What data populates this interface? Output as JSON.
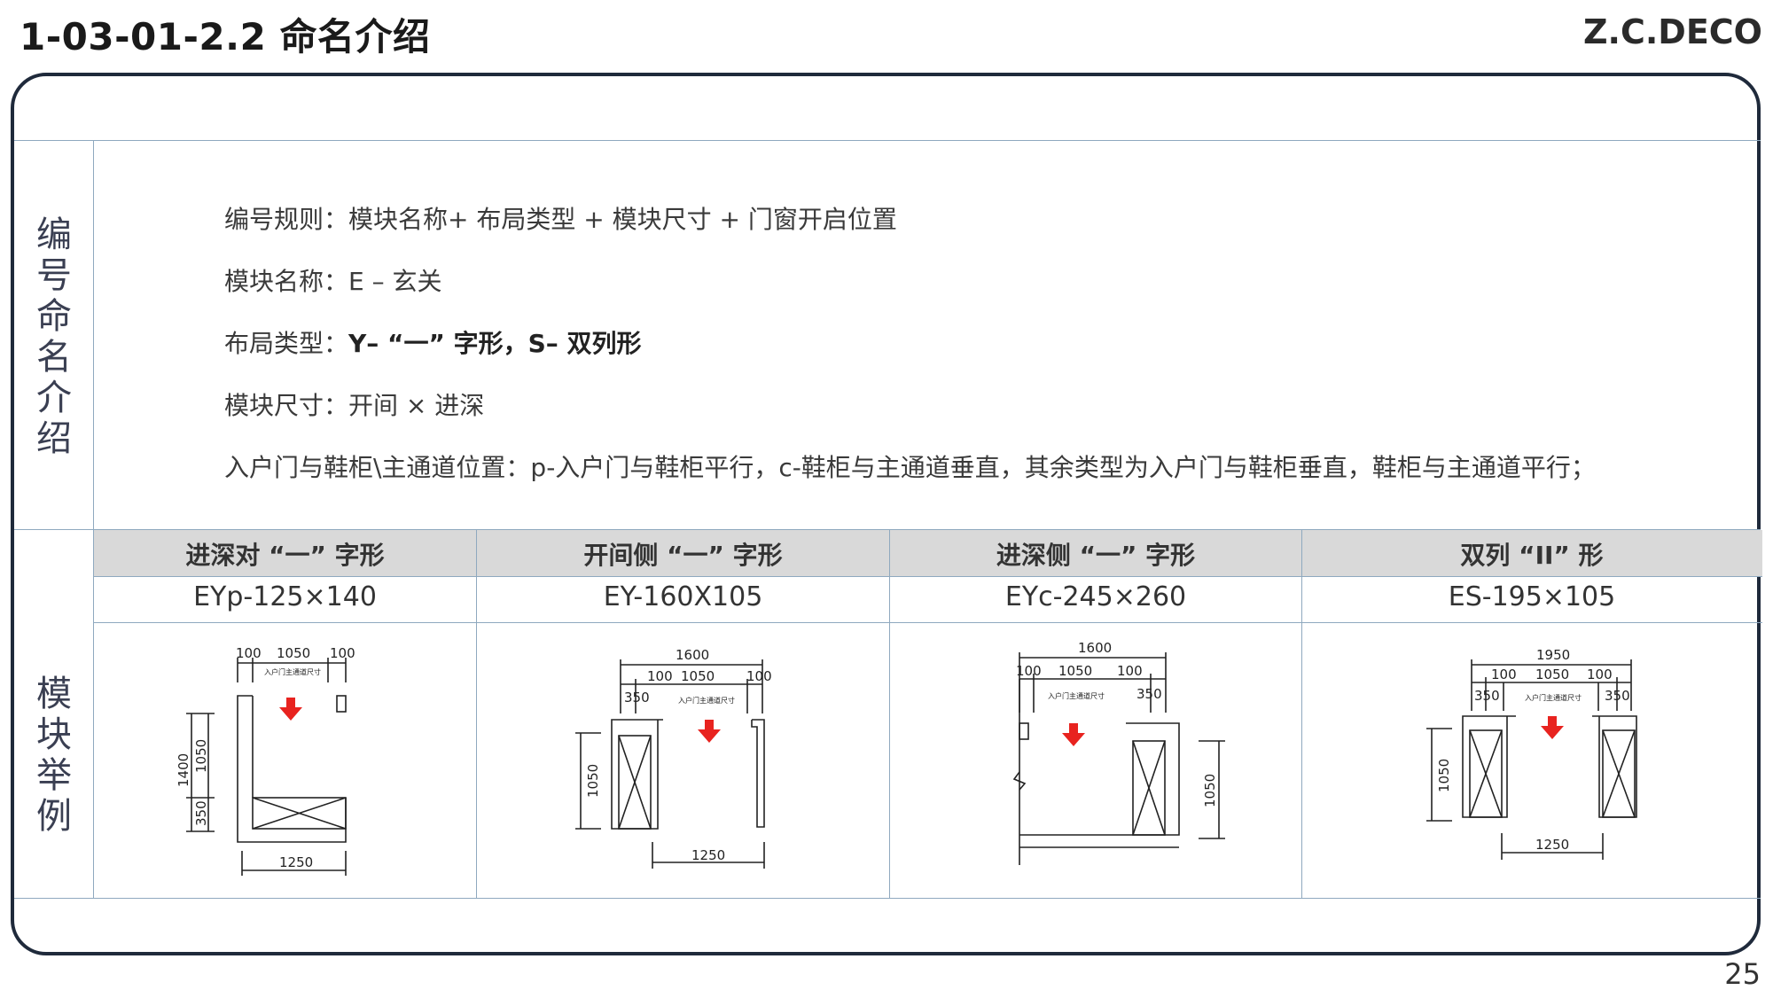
{
  "header": {
    "title": "1-03-01-2.2 命名介绍",
    "brand": "Z.C.DECO",
    "page_number": "25"
  },
  "side_labels": {
    "naming": [
      "编",
      "号",
      "命",
      "名",
      "介",
      "绍"
    ],
    "examples": [
      "模",
      "块",
      "举",
      "例"
    ]
  },
  "rules": {
    "numbering": "编号规则：模块名称+ 布局类型 + 模块尺寸 + 门窗开启位置",
    "module_name": "模块名称：E – 玄关",
    "layout_prefix": "布局类型：",
    "layout_bold": "Y– “一” 字形，S– 双列形",
    "module_size": "模块尺寸：开间 × 进深",
    "door_position": "入户门与鞋柜\\主通道位置：p-入户门与鞋柜平行，c-鞋柜与主通道垂直，其余类型为入户门与鞋柜垂直，鞋柜与主通道平行；"
  },
  "examples": [
    {
      "heading": "进深对 “一” 字形",
      "code": "EYp-125×140",
      "dims": {
        "top_left": "100",
        "top_mid": "1050",
        "top_right": "100",
        "note": "入户门主通道尺寸",
        "left_total": "1400",
        "left_upper": "1050",
        "left_lower": "350",
        "bottom": "1250"
      }
    },
    {
      "heading": "开间侧 “一” 字形",
      "code": "EY-160X105",
      "dims": {
        "top_total": "1600",
        "top_left": "100",
        "top_mid": "1050",
        "top_right": "100",
        "cabinet": "350",
        "note": "入户门主通道尺寸",
        "left": "1050",
        "bottom": "1250"
      }
    },
    {
      "heading": "进深侧 “一” 字形",
      "code": "EYc-245×260",
      "dims": {
        "top_total": "1600",
        "top_left": "100",
        "top_mid": "1050",
        "top_right": "100",
        "cabinet": "350",
        "note": "入户门主通道尺寸",
        "right": "1050"
      }
    },
    {
      "heading": "双列 “II” 形",
      "code": "ES-195×105",
      "dims": {
        "top_total": "1950",
        "top_left": "100",
        "top_mid": "1050",
        "top_right": "100",
        "cabinet_left": "350",
        "cabinet_right": "350",
        "note": "入户门主通道尺寸",
        "left": "1050",
        "bottom": "1250"
      }
    }
  ],
  "colors": {
    "frame": "#1f2a3b",
    "grid": "#8fa9bf",
    "header_fill": "#d9d9d9",
    "arrow": "#e8231f"
  }
}
